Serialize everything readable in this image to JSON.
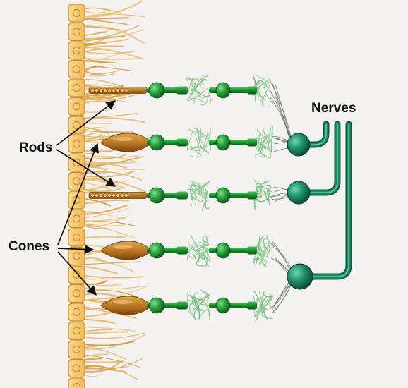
{
  "labels": {
    "rods": "Rods",
    "cones": "Cones",
    "nerves": "Nerves"
  },
  "colors": {
    "background": "#f3f2f0",
    "epithelium_fill": "#f5c978",
    "epithelium_stroke": "#c8902e",
    "fringe": "#d69a3c",
    "receptor_dark": "#8a5213",
    "receptor_light": "#e3a84a",
    "neuron_dark": "#0b6a1c",
    "neuron_light": "#40bd55",
    "dendrite": "#7fbf86",
    "ganglion_dark": "#0d4f3a",
    "ganglion_light": "#3fae88",
    "nerve_fiber": "#1d8a63",
    "label_text": "#111111",
    "arrow": "#111111"
  },
  "photoreceptors": [
    {
      "type": "rod"
    },
    {
      "type": "cone"
    },
    {
      "type": "rod"
    },
    {
      "type": "cone"
    },
    {
      "type": "cone"
    }
  ],
  "ganglion_cells": 3
}
